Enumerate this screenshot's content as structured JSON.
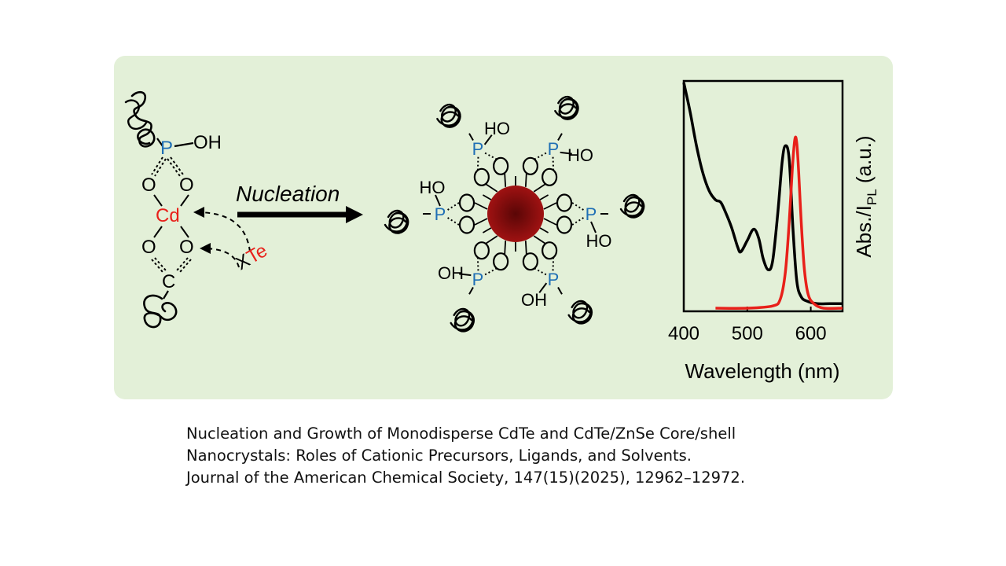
{
  "colors": {
    "panel_bg": "#e3f0d8",
    "phosphorus": "#1f6fb5",
    "metal_label": "#e8201a",
    "core_sphere": "#a01212",
    "absorbance_curve": "#000000",
    "pl_curve": "#e8201a"
  },
  "precursor": {
    "p_label": "P",
    "oh_label": "OH",
    "o_label": "O",
    "cd_label": "Cd",
    "c_label": "C",
    "x_label": "X",
    "te_label": "Te"
  },
  "arrow": {
    "label": "Nucleation"
  },
  "nanocrystal": {
    "p_label": "P",
    "o_label": "O",
    "ho_label": "HO",
    "oh_label": "OH"
  },
  "chart_data": {
    "type": "line",
    "xlabel": "Wavelength (nm)",
    "ylabel_main": "Abs./I",
    "ylabel_sub": "PL",
    "ylabel_tail": " (a.u.)",
    "xlim": [
      400,
      650
    ],
    "x_ticks": [
      400,
      500,
      600
    ],
    "ylim": [
      0,
      1
    ],
    "y_ticks_shown": false,
    "grid": false,
    "series": [
      {
        "color": "#000000",
        "x": [
          400,
          410,
          420,
          430,
          440,
          450,
          458,
          465,
          475,
          485,
          490,
          500,
          510,
          518,
          525,
          533,
          540,
          548,
          555,
          560,
          566,
          572,
          578,
          585,
          595,
          610,
          630,
          650
        ],
        "y": [
          1.0,
          0.87,
          0.72,
          0.6,
          0.52,
          0.48,
          0.47,
          0.43,
          0.36,
          0.27,
          0.25,
          0.3,
          0.35,
          0.31,
          0.22,
          0.17,
          0.21,
          0.42,
          0.65,
          0.72,
          0.66,
          0.35,
          0.12,
          0.05,
          0.03,
          0.02,
          0.02,
          0.02
        ]
      },
      {
        "color": "#e8201a",
        "x": [
          450,
          500,
          540,
          552,
          560,
          566,
          571,
          575,
          578,
          581,
          585,
          590,
          596,
          605,
          620,
          650
        ],
        "y": [
          0.0,
          0.0,
          0.01,
          0.04,
          0.16,
          0.38,
          0.62,
          0.75,
          0.73,
          0.6,
          0.38,
          0.17,
          0.06,
          0.02,
          0.0,
          0.0
        ]
      }
    ]
  },
  "citation": {
    "line1": "Nucleation and Growth of Monodisperse CdTe and CdTe/ZnSe Core/shell",
    "line2": "Nanocrystals: Roles of Cationic Precursors, Ligands, and Solvents.",
    "line3": "Journal of the American Chemical Society, 147(15)(2025), 12962–12972."
  }
}
